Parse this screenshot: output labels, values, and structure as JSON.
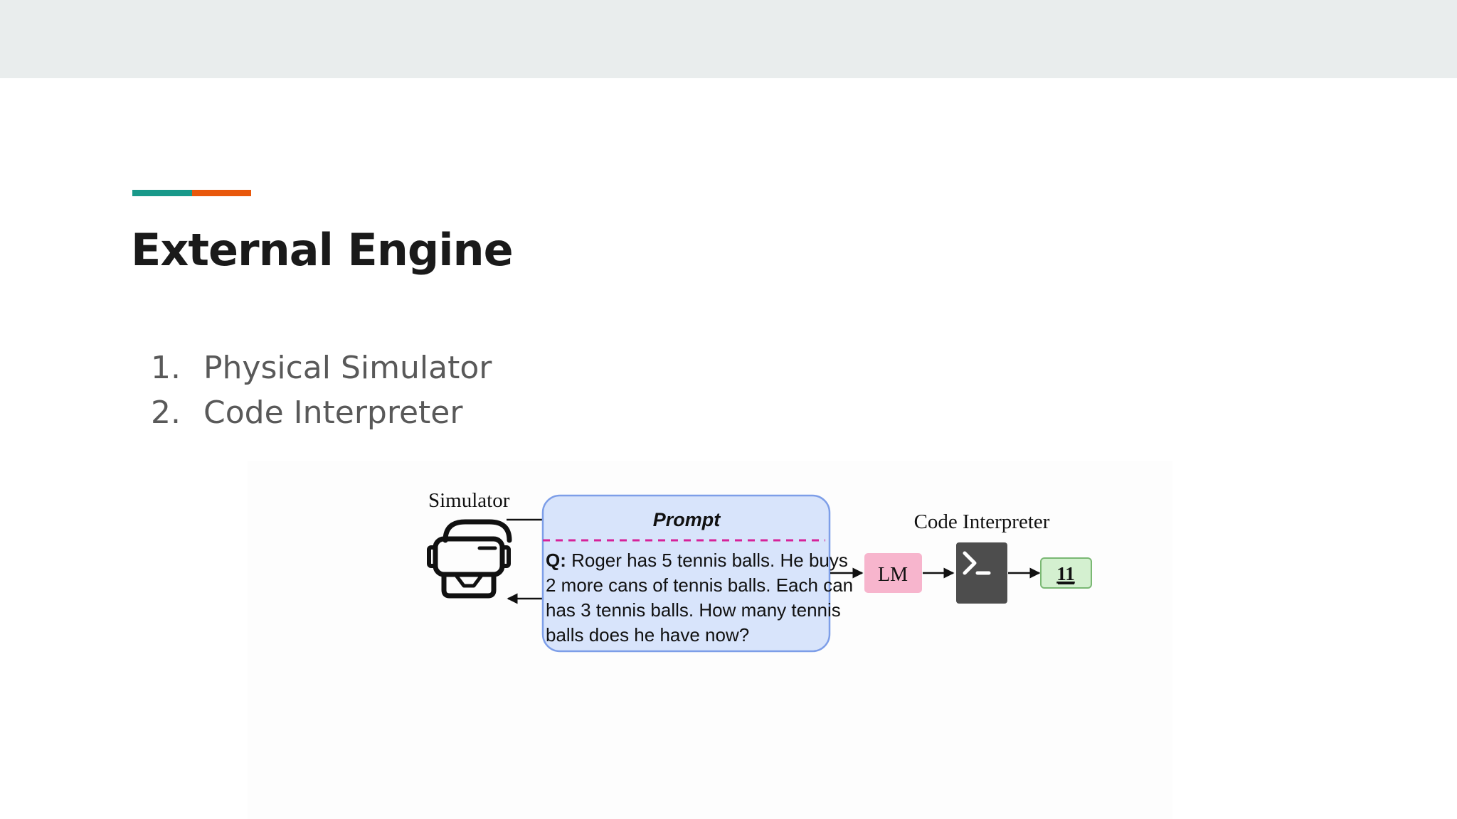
{
  "slide": {
    "title": "External Engine",
    "list": [
      {
        "number": "1.",
        "label": "Physical Simulator"
      },
      {
        "number": "2.",
        "label": "Code Interpreter"
      }
    ]
  },
  "diagram": {
    "simulator_label": "Simulator",
    "prompt_title": "Prompt",
    "question_prefix": "Q:",
    "question_lines": [
      " Roger has 5 tennis balls. He buys",
      "2 more cans of tennis balls. Each can",
      "has 3 tennis balls. How many tennis",
      "balls does he have now?"
    ],
    "lm_label": "LM",
    "interpreter_label": "Code Interpreter",
    "answer": "11"
  },
  "colors": {
    "accent_teal": "#19998a",
    "accent_orange": "#e8580c",
    "prompt_fill": "#d8e4fb",
    "prompt_border": "#7d9ee8",
    "divider": "#d6229a",
    "lm_fill": "#f7b5cd",
    "terminal_fill": "#4d4d4d",
    "answer_fill": "#d4f0d0",
    "answer_border": "#7ab873"
  },
  "icons": [
    "vr-headset-icon",
    "terminal-icon"
  ]
}
